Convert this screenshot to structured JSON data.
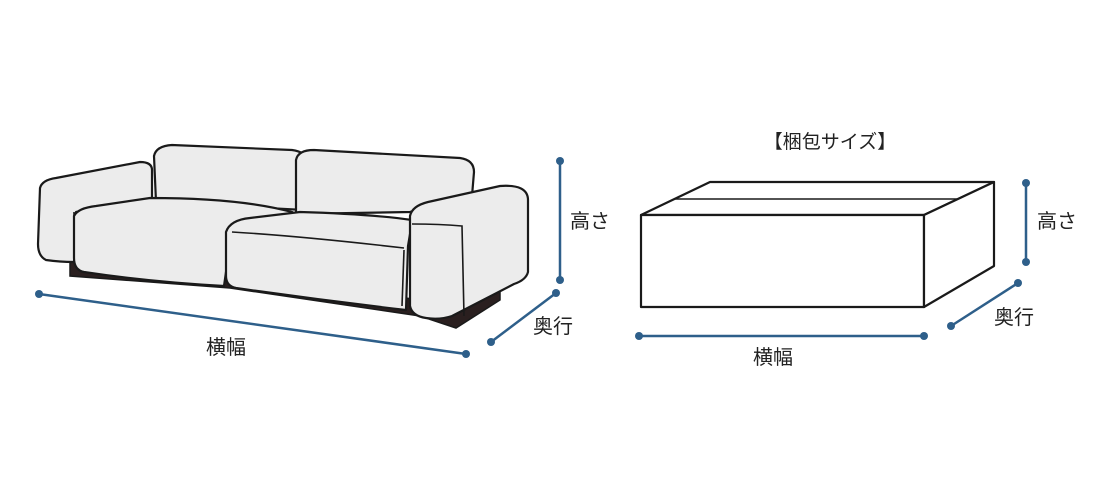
{
  "sofa": {
    "width_label": "横幅",
    "depth_label": "奥行",
    "height_label": "高さ"
  },
  "package": {
    "title": "【梱包サイズ】",
    "width_label": "横幅",
    "depth_label": "奥行",
    "height_label": "高さ"
  },
  "colors": {
    "dimension_line": "#2e5f8a",
    "outline": "#1a1a1a",
    "sofa_fill": "#ececec",
    "base": "#2a1f1f"
  }
}
